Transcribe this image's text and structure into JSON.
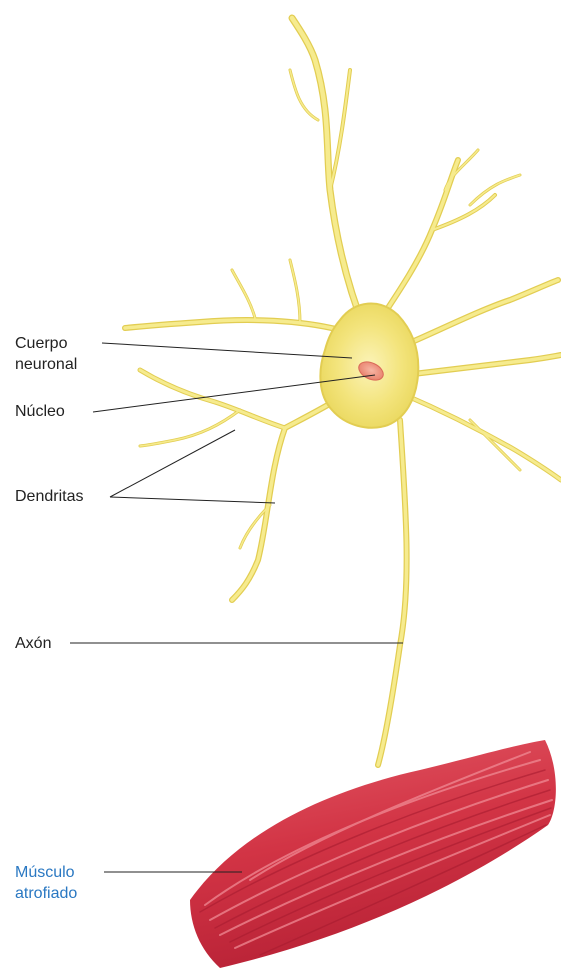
{
  "labels": {
    "cell_body_line1": "Cuerpo",
    "cell_body_line2": "neuronal",
    "nucleus": "Núcleo",
    "dendrites": "Dendritas",
    "axon": "Axón",
    "muscle_line1": "Músculo",
    "muscle_line2": "atrofiado"
  },
  "colors": {
    "neuron_fill": "#f6eb8e",
    "neuron_stroke": "#e7d45a",
    "nucleus": "#f0907a",
    "muscle": "#d63848",
    "leader_line": "#222222",
    "muscle_label": "#2a78c2"
  }
}
